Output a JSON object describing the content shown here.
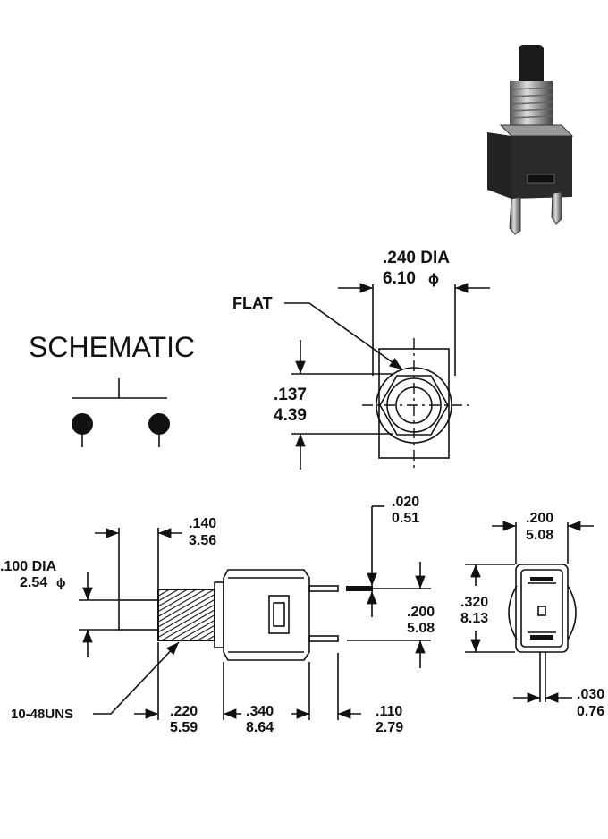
{
  "schematic_title": "SCHEMATIC",
  "front_view": {
    "dia_inch": ".240 DIA",
    "dia_mm": "6.10",
    "dia_symbol": "ϕ",
    "flat_label": "FLAT",
    "height_inch": ".137",
    "height_mm": "4.39"
  },
  "side_view": {
    "bushing_dia_inch": ".100 DIA",
    "bushing_dia_mm": "2.54",
    "dia_symbol": "ϕ",
    "plunger_len_inch": ".140",
    "plunger_len_mm": "3.56",
    "thread_label": "10-48UNS",
    "bushing_len_inch": ".220",
    "bushing_len_mm": "5.59",
    "body_len_inch": ".340",
    "body_len_mm": "8.64",
    "terminal_len_inch": ".110",
    "terminal_len_mm": "2.79",
    "terminal_thick_inch": ".020",
    "terminal_thick_mm": "0.51",
    "terminal_spacing_inch": ".200",
    "terminal_spacing_mm": "5.08"
  },
  "end_view": {
    "width_inch": ".200",
    "width_mm": "5.08",
    "height_inch": ".320",
    "height_mm": "8.13",
    "terminal_width_inch": ".030",
    "terminal_width_mm": "0.76"
  }
}
